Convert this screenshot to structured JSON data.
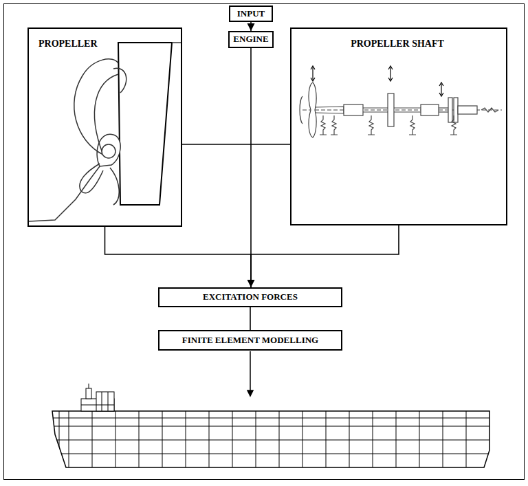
{
  "diagram": {
    "nodes": [
      {
        "text": [
          "INPUT"
        ]
      },
      {
        "text": [
          "ENGINE"
        ]
      },
      {
        "text": [
          "PROPELLER"
        ]
      },
      {
        "text": [
          "PROPELLER SHAFT"
        ]
      },
      {
        "text": [
          "EXCITATION FORCES"
        ]
      },
      {
        "text": [
          "FINITE ELEMENT MODELLING"
        ]
      }
    ],
    "edges": [
      {
        "from": 0,
        "to": 1,
        "arrow": "to"
      },
      {
        "from": 1,
        "to": 4,
        "arrow": "to"
      },
      {
        "from": 2,
        "to": 3,
        "arrow": "none"
      },
      {
        "from": 2,
        "to": 4,
        "arrow": "none"
      },
      {
        "from": 3,
        "to": 4,
        "arrow": "none"
      },
      {
        "from": 4,
        "to": 5,
        "arrow": "none"
      }
    ]
  }
}
